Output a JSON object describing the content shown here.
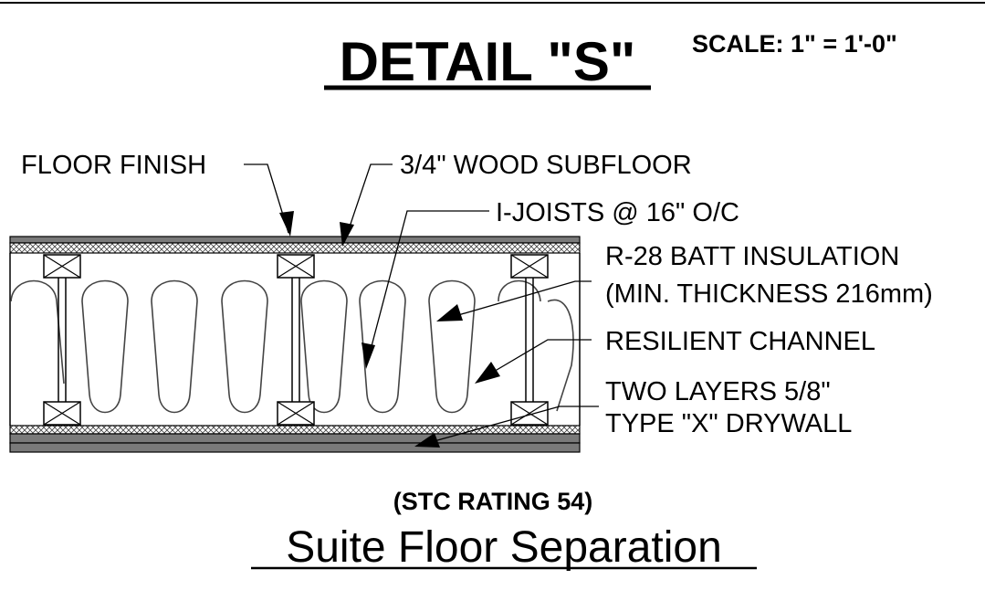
{
  "detail": {
    "title": "DETAIL \"S\"",
    "scale": "SCALE: 1\" = 1'-0\""
  },
  "callouts": {
    "floor_finish": "FLOOR FINISH",
    "subfloor": "3/4\" WOOD SUBFLOOR",
    "joists": "I-JOISTS @ 16\" O/C",
    "insulation_line1": "R-28 BATT INSULATION",
    "insulation_line2": "(MIN. THICKNESS 216mm)",
    "channel": "RESILIENT CHANNEL",
    "drywall_line1": "TWO LAYERS 5/8\"",
    "drywall_line2": "TYPE \"X\" DRYWALL"
  },
  "footer": {
    "rating": "(STC RATING 54)",
    "name": "Suite Floor Separation"
  },
  "colors": {
    "ink": "#000000",
    "layer_fill": "#7a7a7a",
    "hatch": "#444444"
  }
}
